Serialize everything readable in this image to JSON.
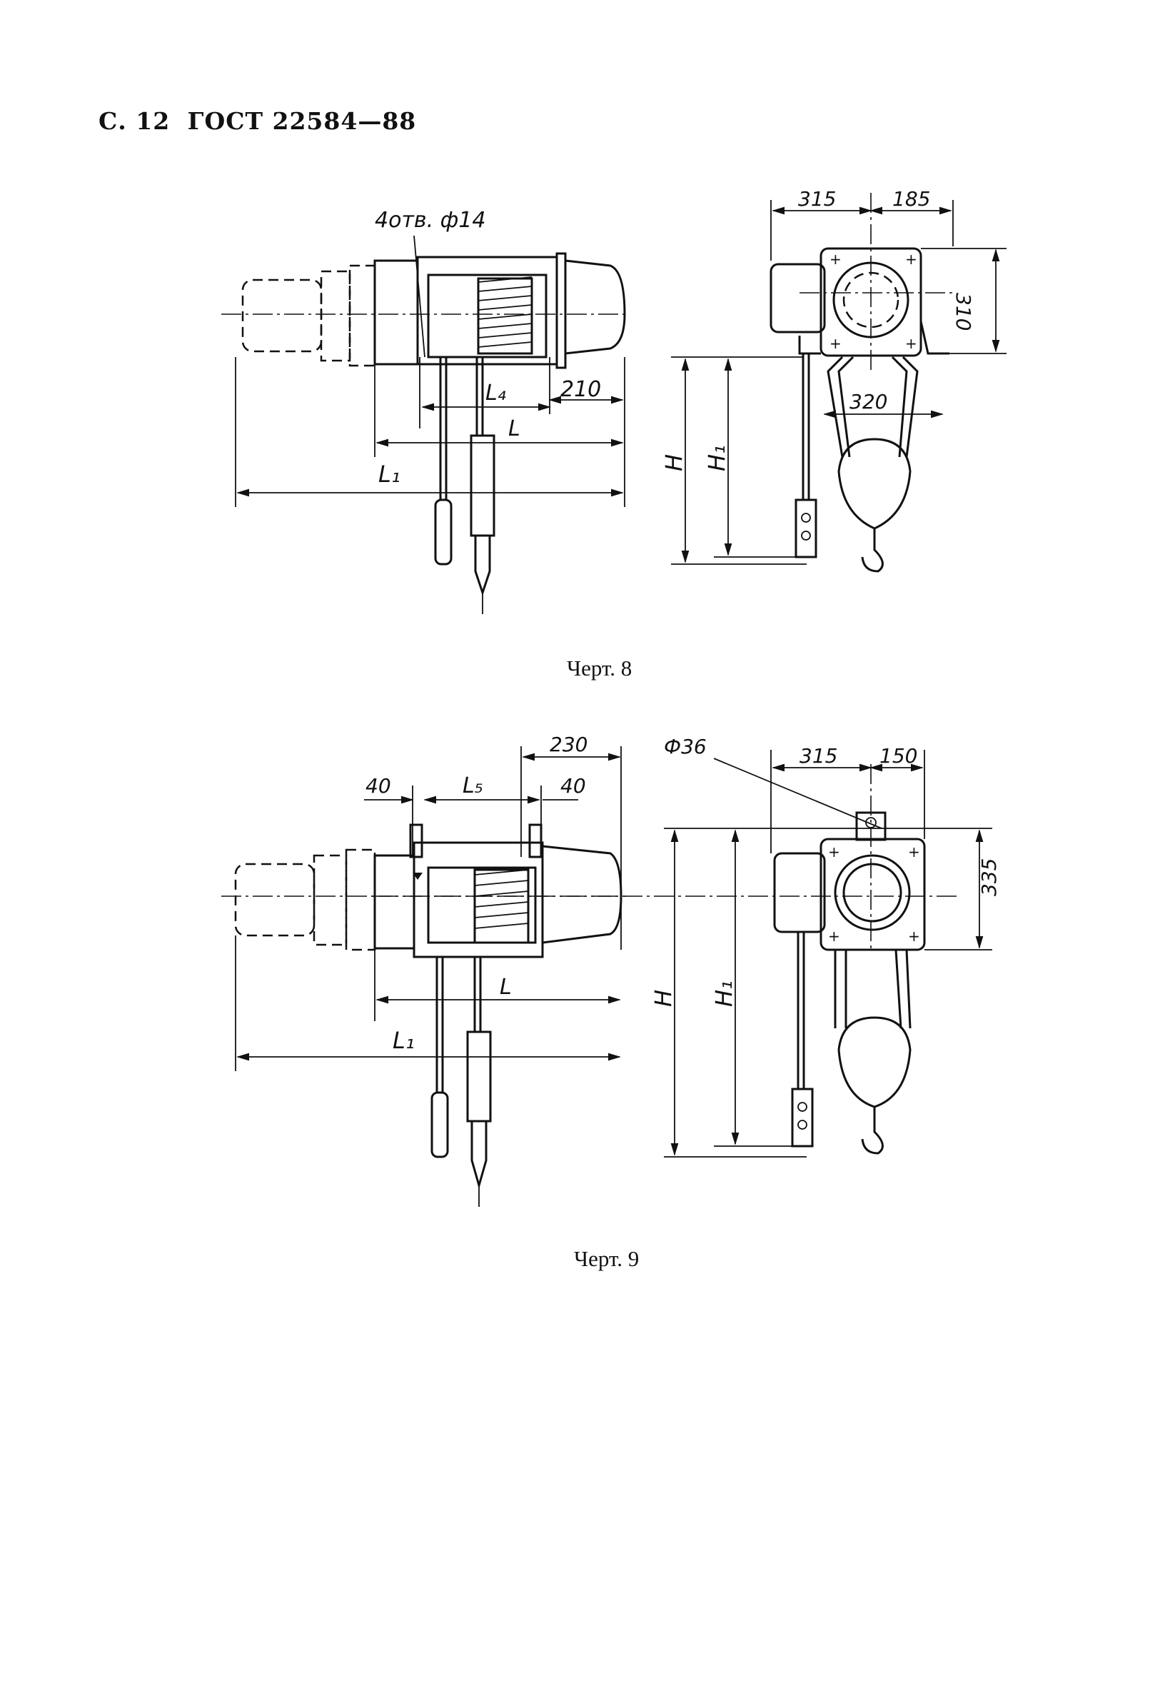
{
  "header": {
    "page": "С. 12",
    "standard": "ГОСТ 22584—88"
  },
  "figure8": {
    "caption": "Черт. 8",
    "labels": {
      "holes": "4отв. ф14",
      "d315": "315",
      "d185": "185",
      "d310": "310",
      "d320": "320",
      "d210": "210",
      "L4": "L₄",
      "L": "L",
      "L1": "L₁",
      "H": "H",
      "H1": "H₁"
    }
  },
  "figure9": {
    "caption": "Черт. 9",
    "labels": {
      "phi": "Ф36",
      "d230": "230",
      "d40a": "40",
      "d40b": "40",
      "L5": "L₅",
      "d315": "315",
      "d150": "150",
      "d335": "335",
      "L": "L",
      "L1": "L₁",
      "H": "H",
      "H1": "H₁"
    }
  }
}
